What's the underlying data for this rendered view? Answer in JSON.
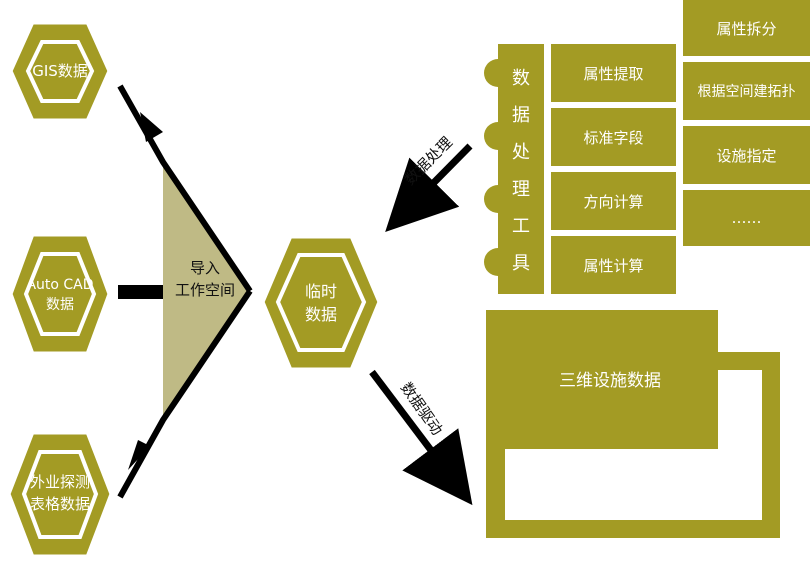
{
  "colors": {
    "olive": "#a39b24",
    "tan": "#bfba85",
    "arrow": "#000000",
    "white": "#ffffff"
  },
  "sources": [
    {
      "label": "GIS数据"
    },
    {
      "label": "Auto CAD\n数据"
    },
    {
      "label": "外业探测\n表格数据"
    }
  ],
  "import_label": "导入\n工作空间",
  "center_label": "临时\n数据",
  "tools_title": [
    "数",
    "据",
    "处",
    "理",
    "工",
    "具"
  ],
  "tools_col1": [
    "属性提取",
    "标准字段",
    "方向计算",
    "属性计算"
  ],
  "tools_col2": [
    "属性拆分",
    "根据空间建拓扑",
    "设施指定",
    "……"
  ],
  "arrow_process_label": "数据处理",
  "arrow_drive_label": "数据驱动",
  "output_label": "三维设施数据"
}
